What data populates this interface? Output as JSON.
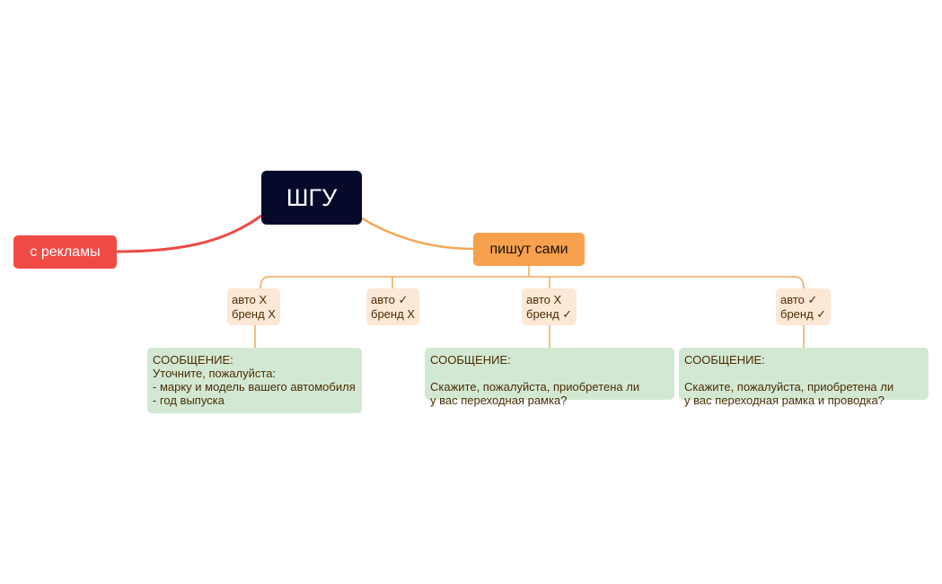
{
  "theme": {
    "root_bg": "#050a2b",
    "ads_bg": "#f24a45",
    "self_bg": "#f7a04d",
    "condition_bg": "#fde8d6",
    "message_bg": "#d3e8d3",
    "connector_left": "#ef4a45",
    "connector_right": "#f2a856"
  },
  "root": {
    "label": "ШГУ"
  },
  "branches": {
    "ads": {
      "label": "с рекламы"
    },
    "self": {
      "label": "пишут сами"
    }
  },
  "conditions": [
    {
      "lines": [
        "авто Х",
        "бренд Х"
      ]
    },
    {
      "lines": [
        "авто ✓",
        "бренд Х"
      ]
    },
    {
      "lines": [
        "авто Х",
        "бренд ✓"
      ]
    },
    {
      "lines": [
        "авто ✓",
        "бренд ✓"
      ]
    }
  ],
  "messages": [
    {
      "lines": [
        "СООБЩЕНИЕ:",
        "Уточните, пожалуйста:",
        "- марку и модель вашего автомобиля",
        "- год выпуска"
      ]
    },
    {
      "lines": [
        "СООБЩЕНИЕ:",
        "",
        "Скажите, пожалуйста, приобретена ли",
        "у вас переходная рамка?"
      ]
    },
    {
      "lines": [
        "СООБЩЕНИЕ:",
        "",
        "Скажите, пожалуйста, приобретена ли",
        "у вас переходная рамка и проводка?"
      ]
    }
  ]
}
